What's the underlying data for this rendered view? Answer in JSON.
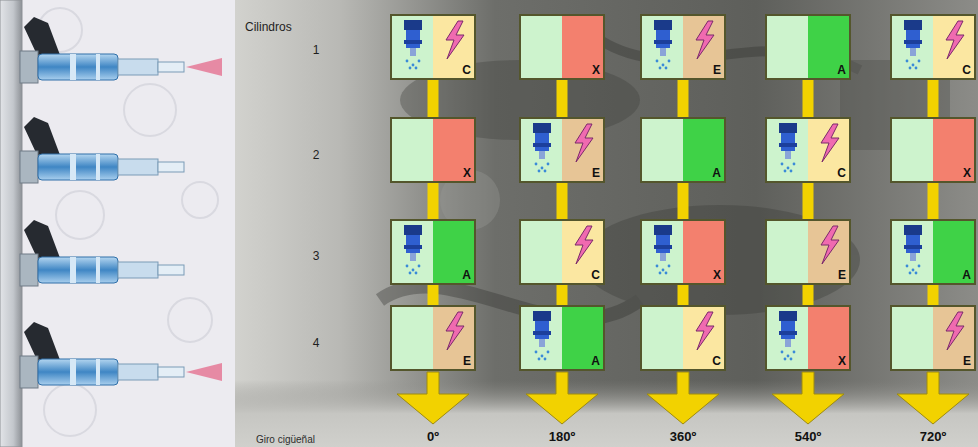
{
  "diagram": {
    "nodes": [
      {
        "text": [
          "C"
        ]
      },
      {
        "text": [
          "X"
        ]
      },
      {
        "text": [
          "E"
        ]
      },
      {
        "text": [
          "A"
        ]
      },
      {
        "text": [
          "C"
        ]
      },
      {
        "text": [
          "X"
        ]
      },
      {
        "text": [
          "E"
        ]
      },
      {
        "text": [
          "A"
        ]
      },
      {
        "text": [
          "C"
        ]
      },
      {
        "text": [
          "X"
        ]
      },
      {
        "text": [
          "A"
        ]
      },
      {
        "text": [
          "C"
        ]
      },
      {
        "text": [
          "X"
        ]
      },
      {
        "text": [
          "E"
        ]
      },
      {
        "text": [
          "A"
        ]
      },
      {
        "text": [
          "E"
        ]
      },
      {
        "text": [
          "A"
        ]
      },
      {
        "text": [
          "C"
        ]
      },
      {
        "text": [
          "X"
        ]
      },
      {
        "text": [
          "E"
        ]
      }
    ],
    "edges": [
      {
        "from": 0,
        "to": 5,
        "arrow": "none"
      },
      {
        "from": 1,
        "to": 6,
        "arrow": "none"
      },
      {
        "from": 2,
        "to": 7,
        "arrow": "none"
      },
      {
        "from": 3,
        "to": 8,
        "arrow": "none"
      },
      {
        "from": 4,
        "to": 9,
        "arrow": "none"
      },
      {
        "from": 5,
        "to": 10,
        "arrow": "none"
      },
      {
        "from": 6,
        "to": 11,
        "arrow": "none"
      },
      {
        "from": 7,
        "to": 12,
        "arrow": "none"
      },
      {
        "from": 8,
        "to": 13,
        "arrow": "none"
      },
      {
        "from": 9,
        "to": 14,
        "arrow": "none"
      },
      {
        "from": 10,
        "to": 15,
        "arrow": "none"
      },
      {
        "from": 11,
        "to": 16,
        "arrow": "none"
      },
      {
        "from": 12,
        "to": 17,
        "arrow": "none"
      },
      {
        "from": 13,
        "to": 18,
        "arrow": "none"
      },
      {
        "from": 14,
        "to": 19,
        "arrow": "none"
      }
    ],
    "labels": [
      "Cilindros",
      "1",
      "2",
      "3",
      "4",
      "Giro cigüeñal",
      "0º",
      "180º",
      "360º",
      "540º",
      "720º"
    ]
  }
}
